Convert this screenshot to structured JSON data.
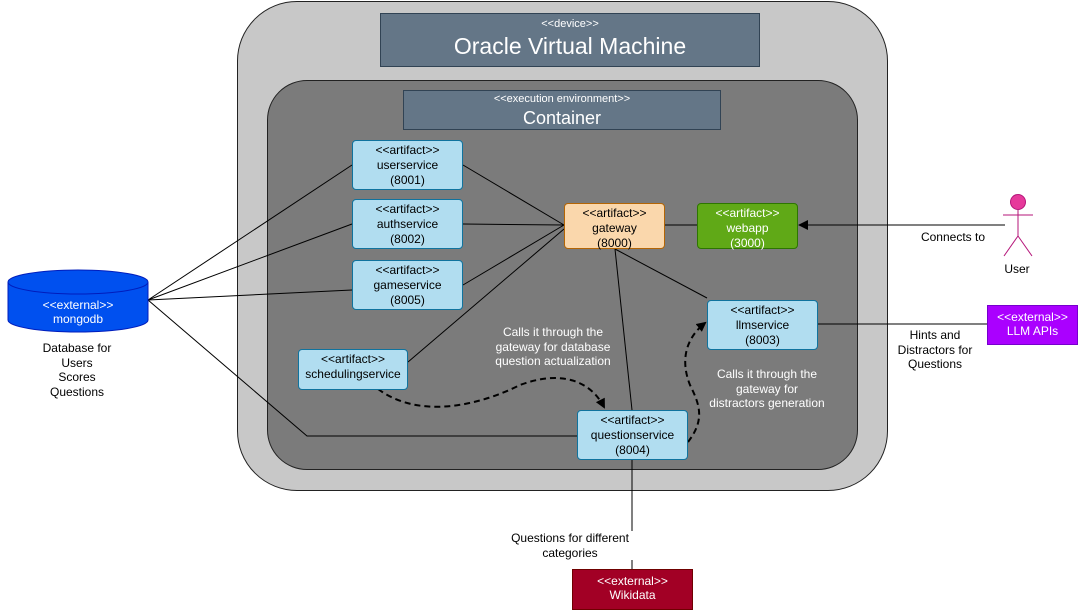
{
  "vm": {
    "stereotype": "<<device>>",
    "title": "Oracle Virtual Machine"
  },
  "container": {
    "stereotype": "<<execution environment>>",
    "title": "Container"
  },
  "artifacts": {
    "userservice": {
      "stereotype": "<<artifact>>",
      "name": "userservice",
      "port": "(8001)"
    },
    "authservice": {
      "stereotype": "<<artifact>>",
      "name": "authservice",
      "port": "(8002)"
    },
    "gameservice": {
      "stereotype": "<<artifact>>",
      "name": "gameservice",
      "port": "(8005)"
    },
    "schedulingservice": {
      "stereotype": "<<artifact>>",
      "name": "schedulingservice"
    },
    "gateway": {
      "stereotype": "<<artifact>>",
      "name": "gateway",
      "port": "(8000)"
    },
    "webapp": {
      "stereotype": "<<artifact>>",
      "name": "webapp",
      "port": "(3000)"
    },
    "llmservice": {
      "stereotype": "<<artifact>>",
      "name": "llmservice",
      "port": "(8003)"
    },
    "questionservice": {
      "stereotype": "<<artifact>>",
      "name": "questionservice",
      "port": "(8004)"
    }
  },
  "externals": {
    "mongodb": {
      "stereotype": "<<external>>",
      "name": "mongodb"
    },
    "llm_apis": {
      "stereotype": "<<external>>",
      "name": "LLM APIs"
    },
    "wikidata": {
      "stereotype": "<<external>>",
      "name": "Wikidata"
    }
  },
  "actor": {
    "name": "User"
  },
  "labels": {
    "db_caption": [
      "Database for",
      "Users",
      "Scores",
      "Questions"
    ],
    "wikidata_caption": [
      "Questions for different",
      "categories"
    ],
    "llm_caption": [
      "Hints and",
      "Distractors for",
      "Questions"
    ],
    "connects_to": "Connects to",
    "calls_gateway_db": [
      "Calls it through the",
      "gateway for database",
      "question actualization"
    ],
    "calls_gateway_distractors": [
      "Calls it through the",
      "gateway for",
      "distractors generation"
    ]
  },
  "colors": {
    "vm_fill": "#c8c8c8",
    "container_fill": "#7b7b7b",
    "header_fill": "#647687",
    "artifact_fill": "#b1ddf0",
    "gateway_fill": "#fad7ac",
    "webapp_fill": "#60a917",
    "mongodb_fill": "#0050ef",
    "llm_apis_fill": "#aa00ff",
    "wikidata_fill": "#a20025",
    "actor_fill": "#e6399b"
  }
}
